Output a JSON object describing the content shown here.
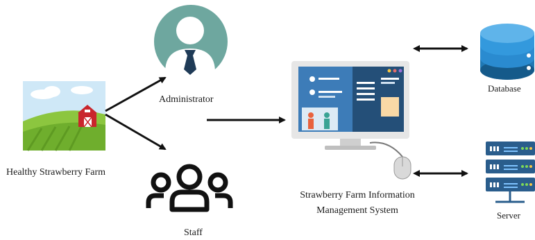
{
  "nodes": {
    "farm": {
      "label": "Healthy Strawberry Farm",
      "icon": "farm-barn-icon"
    },
    "administrator": {
      "label": "Administrator",
      "icon": "administrator-avatar-icon"
    },
    "staff": {
      "label": "Staff",
      "icon": "staff-group-icon"
    },
    "system": {
      "label_line1": "Strawberry Farm Information",
      "label_line2": "Management System",
      "icon": "desktop-computer-icon"
    },
    "database": {
      "label": "Database",
      "icon": "database-icon"
    },
    "server": {
      "label": "Server",
      "icon": "server-rack-icon"
    }
  },
  "edges": [
    {
      "from": "farm",
      "to": "administrator",
      "style": "single-arrow"
    },
    {
      "from": "farm",
      "to": "staff",
      "style": "single-arrow"
    },
    {
      "from": "administrator",
      "to": "system",
      "style": "single-arrow"
    },
    {
      "from": "system",
      "to": "database",
      "style": "double-arrow"
    },
    {
      "from": "system",
      "to": "server",
      "style": "double-arrow"
    }
  ],
  "colors": {
    "admin_circle": "#6ea79f",
    "database_blue": "#1f78b4",
    "screen_blue": "#2a5d8c",
    "barn_red": "#c9252c",
    "arrow": "#111111"
  }
}
